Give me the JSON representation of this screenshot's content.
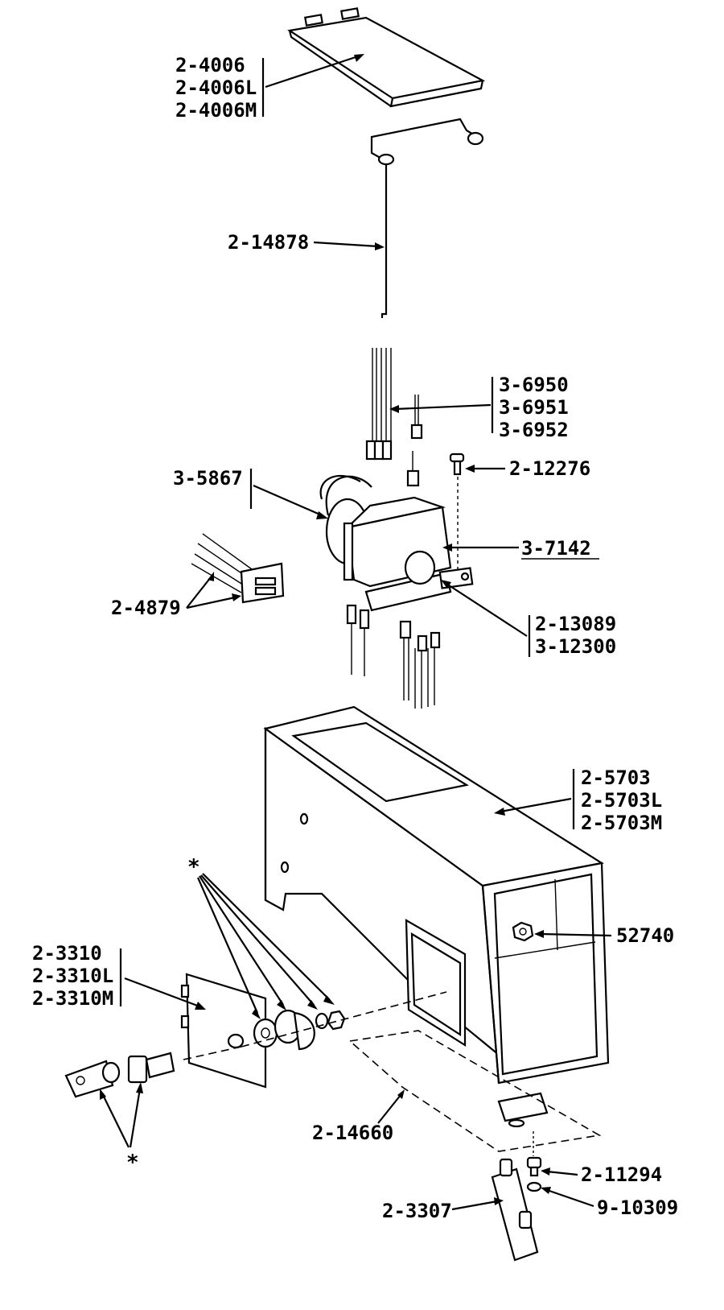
{
  "labels": {
    "cover": [
      "2-4006",
      "2-4006L",
      "2-4006M"
    ],
    "rod": "2-14878",
    "wires_group": [
      "3-6950",
      "3-6951",
      "3-6952"
    ],
    "motor": "3-5867",
    "screw_top": "2-12276",
    "switch_assembly": "3-7142",
    "connector": "2-4879",
    "bracket_pair": [
      "2-13089",
      "3-12300"
    ],
    "housing": [
      "2-5703",
      "2-5703L",
      "2-5703M"
    ],
    "nut": "52740",
    "plate": [
      "2-3310",
      "2-3310L",
      "2-3310M"
    ],
    "gasket": "2-14660",
    "screw_bottom": "2-11294",
    "washer_bottom": "9-10309",
    "bottom_bracket": "2-3307",
    "asterisk": "*"
  }
}
